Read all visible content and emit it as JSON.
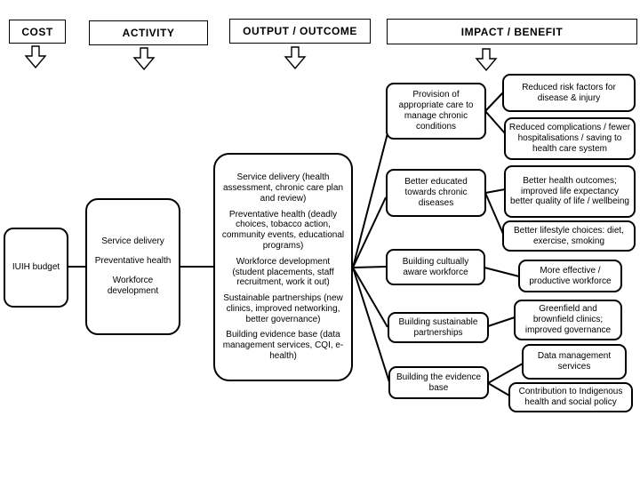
{
  "columns": {
    "cost": {
      "header": "COST"
    },
    "activity": {
      "header": "ACTIVITY"
    },
    "output": {
      "header": "OUTPUT / OUTCOME"
    },
    "impact": {
      "header": "IMPACT / BENEFIT"
    }
  },
  "cost_box": {
    "label": "IUIH budget"
  },
  "activity_box": {
    "items": [
      "Service delivery",
      "Preventative health",
      "Workforce development"
    ]
  },
  "output_box": {
    "items": [
      "Service delivery (health assessment, chronic care plan and review)",
      "Preventative health (deadly choices, tobacco action, community events, educational programs)",
      "Workforce development (student placements, staff recruitment, work it out)",
      "Sustainable partnerships (new clinics, improved networking, better governance)",
      "Building evidence base (data management services, CQI, e-health)"
    ]
  },
  "impact_boxes": [
    "Provision of appropriate care to manage chronic conditions",
    "Better educated towards chronic diseases",
    "Building cultually aware workforce",
    "Building sustainable partnerships",
    "Building the evidence base"
  ],
  "benefit_boxes": [
    "Reduced risk factors for disease & injury",
    "Reduced complications / fewer hospitalisations / saving to health care system",
    "Better health outcomes; improved life expectancy better quality of life / wellbeing",
    "Better lifestyle choices: diet, exercise, smoking",
    "More effective / productive workforce",
    "Greenfield and brownfield clinics; improved governance",
    "Data management services",
    "Contribution to Indigenous health and social policy"
  ],
  "colors": {
    "line": "#000000",
    "box_bg": "#ffffff",
    "box_border": "#000000"
  }
}
